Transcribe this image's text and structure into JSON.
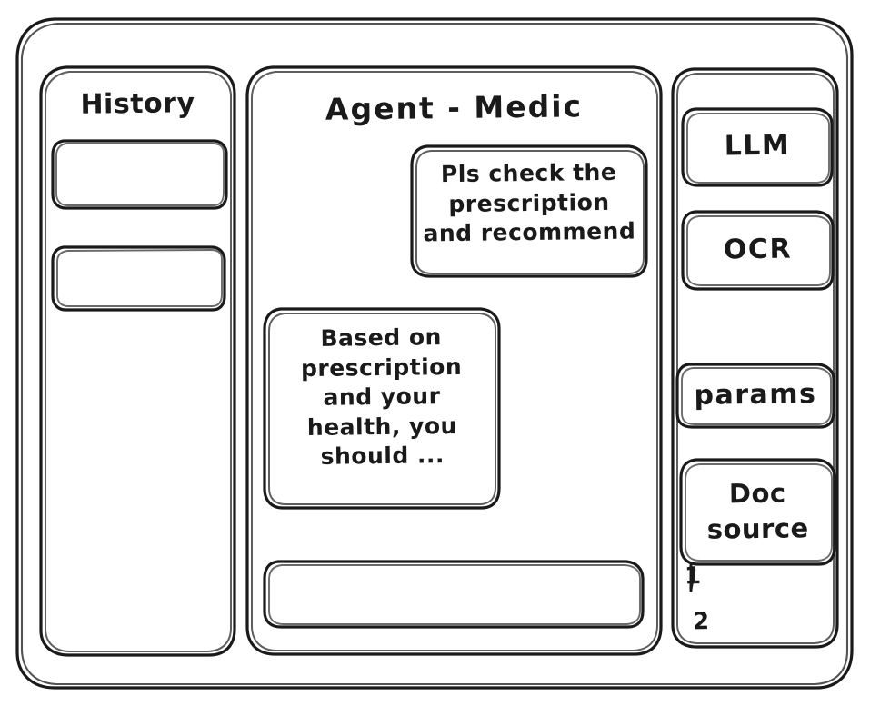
{
  "window": {
    "style": "hand-drawn-wireframe",
    "stroke_color": "#1a1a1a",
    "background_color": "#ffffff"
  },
  "history_panel": {
    "title": "History",
    "items": [
      {
        "label": ""
      },
      {
        "label": ""
      }
    ]
  },
  "main_panel": {
    "title": "Agent - Medic",
    "messages": [
      {
        "role": "user",
        "text": "Pls check the\nprescription\nand recommend"
      },
      {
        "role": "assistant",
        "text": "Based on\nprescription\nand your\nhealth, you\nshould ..."
      }
    ],
    "composer": {
      "value": "",
      "placeholder": ""
    }
  },
  "tools_panel": {
    "buttons": [
      {
        "label": "LLM"
      },
      {
        "label": "OCR"
      },
      {
        "label": "params"
      }
    ],
    "doc_source": {
      "label": "Doc\nsource",
      "items": [
        "1",
        "2"
      ]
    }
  }
}
